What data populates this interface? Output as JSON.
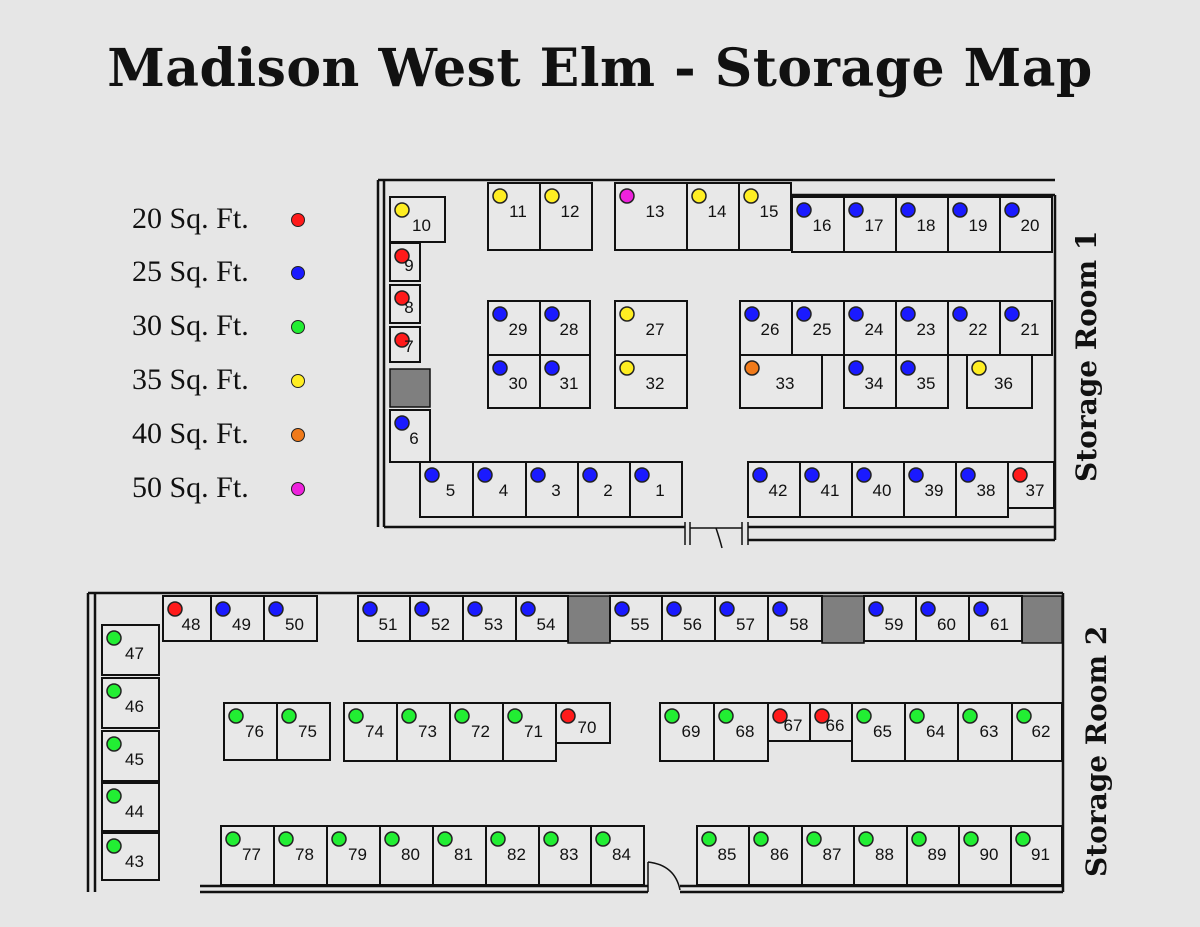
{
  "title": "Madison West Elm - Storage Map",
  "legend": [
    {
      "label": "20 Sq. Ft.",
      "color": "#ff1a1a"
    },
    {
      "label": "25 Sq. Ft.",
      "color": "#1a1aff"
    },
    {
      "label": "30 Sq. Ft.",
      "color": "#22ee33"
    },
    {
      "label": "35 Sq. Ft.",
      "color": "#ffee22"
    },
    {
      "label": "40 Sq. Ft.",
      "color": "#f07a1a"
    },
    {
      "label": "50 Sq. Ft.",
      "color": "#ee22dd"
    }
  ],
  "size_colors": {
    "20": "#ff1a1a",
    "25": "#1a1aff",
    "30": "#22ee33",
    "35": "#ffee22",
    "40": "#f07a1a",
    "50": "#ee22dd"
  },
  "rooms": {
    "room1": {
      "label": "Storage Room 1"
    },
    "room2": {
      "label": "Storage Room 2"
    }
  },
  "units": [
    {
      "num": "1",
      "size": 25
    },
    {
      "num": "2",
      "size": 25
    },
    {
      "num": "3",
      "size": 25
    },
    {
      "num": "4",
      "size": 25
    },
    {
      "num": "5",
      "size": 25
    },
    {
      "num": "6",
      "size": 25
    },
    {
      "num": "7",
      "size": 20
    },
    {
      "num": "8",
      "size": 20
    },
    {
      "num": "9",
      "size": 20
    },
    {
      "num": "10",
      "size": 35
    },
    {
      "num": "11",
      "size": 35
    },
    {
      "num": "12",
      "size": 35
    },
    {
      "num": "13",
      "size": 50
    },
    {
      "num": "14",
      "size": 35
    },
    {
      "num": "15",
      "size": 35
    },
    {
      "num": "16",
      "size": 25
    },
    {
      "num": "17",
      "size": 25
    },
    {
      "num": "18",
      "size": 25
    },
    {
      "num": "19",
      "size": 25
    },
    {
      "num": "20",
      "size": 25
    },
    {
      "num": "21",
      "size": 25
    },
    {
      "num": "22",
      "size": 25
    },
    {
      "num": "23",
      "size": 25
    },
    {
      "num": "24",
      "size": 25
    },
    {
      "num": "25",
      "size": 25
    },
    {
      "num": "26",
      "size": 25
    },
    {
      "num": "27",
      "size": 35
    },
    {
      "num": "28",
      "size": 25
    },
    {
      "num": "29",
      "size": 25
    },
    {
      "num": "30",
      "size": 25
    },
    {
      "num": "31",
      "size": 25
    },
    {
      "num": "32",
      "size": 35
    },
    {
      "num": "33",
      "size": 40
    },
    {
      "num": "34",
      "size": 25
    },
    {
      "num": "35",
      "size": 25
    },
    {
      "num": "36",
      "size": 35
    },
    {
      "num": "37",
      "size": 20
    },
    {
      "num": "38",
      "size": 25
    },
    {
      "num": "39",
      "size": 25
    },
    {
      "num": "40",
      "size": 25
    },
    {
      "num": "41",
      "size": 25
    },
    {
      "num": "42",
      "size": 25
    },
    {
      "num": "43",
      "size": 30
    },
    {
      "num": "44",
      "size": 30
    },
    {
      "num": "45",
      "size": 30
    },
    {
      "num": "46",
      "size": 30
    },
    {
      "num": "47",
      "size": 30
    },
    {
      "num": "48",
      "size": 20
    },
    {
      "num": "49",
      "size": 25
    },
    {
      "num": "50",
      "size": 25
    },
    {
      "num": "51",
      "size": 25
    },
    {
      "num": "52",
      "size": 25
    },
    {
      "num": "53",
      "size": 25
    },
    {
      "num": "54",
      "size": 25
    },
    {
      "num": "55",
      "size": 25
    },
    {
      "num": "56",
      "size": 25
    },
    {
      "num": "57",
      "size": 25
    },
    {
      "num": "58",
      "size": 25
    },
    {
      "num": "59",
      "size": 25
    },
    {
      "num": "60",
      "size": 25
    },
    {
      "num": "61",
      "size": 25
    },
    {
      "num": "62",
      "size": 30
    },
    {
      "num": "63",
      "size": 30
    },
    {
      "num": "64",
      "size": 30
    },
    {
      "num": "65",
      "size": 30
    },
    {
      "num": "66",
      "size": 20
    },
    {
      "num": "67",
      "size": 20
    },
    {
      "num": "68",
      "size": 30
    },
    {
      "num": "69",
      "size": 30
    },
    {
      "num": "70",
      "size": 20
    },
    {
      "num": "71",
      "size": 30
    },
    {
      "num": "72",
      "size": 30
    },
    {
      "num": "73",
      "size": 30
    },
    {
      "num": "74",
      "size": 30
    },
    {
      "num": "75",
      "size": 30
    },
    {
      "num": "76",
      "size": 30
    },
    {
      "num": "77",
      "size": 30
    },
    {
      "num": "78",
      "size": 30
    },
    {
      "num": "79",
      "size": 30
    },
    {
      "num": "80",
      "size": 30
    },
    {
      "num": "81",
      "size": 30
    },
    {
      "num": "82",
      "size": 30
    },
    {
      "num": "83",
      "size": 30
    },
    {
      "num": "84",
      "size": 30
    },
    {
      "num": "85",
      "size": 30
    },
    {
      "num": "86",
      "size": 30
    },
    {
      "num": "87",
      "size": 30
    },
    {
      "num": "88",
      "size": 30
    },
    {
      "num": "89",
      "size": 30
    },
    {
      "num": "90",
      "size": 30
    },
    {
      "num": "91",
      "size": 30
    }
  ]
}
